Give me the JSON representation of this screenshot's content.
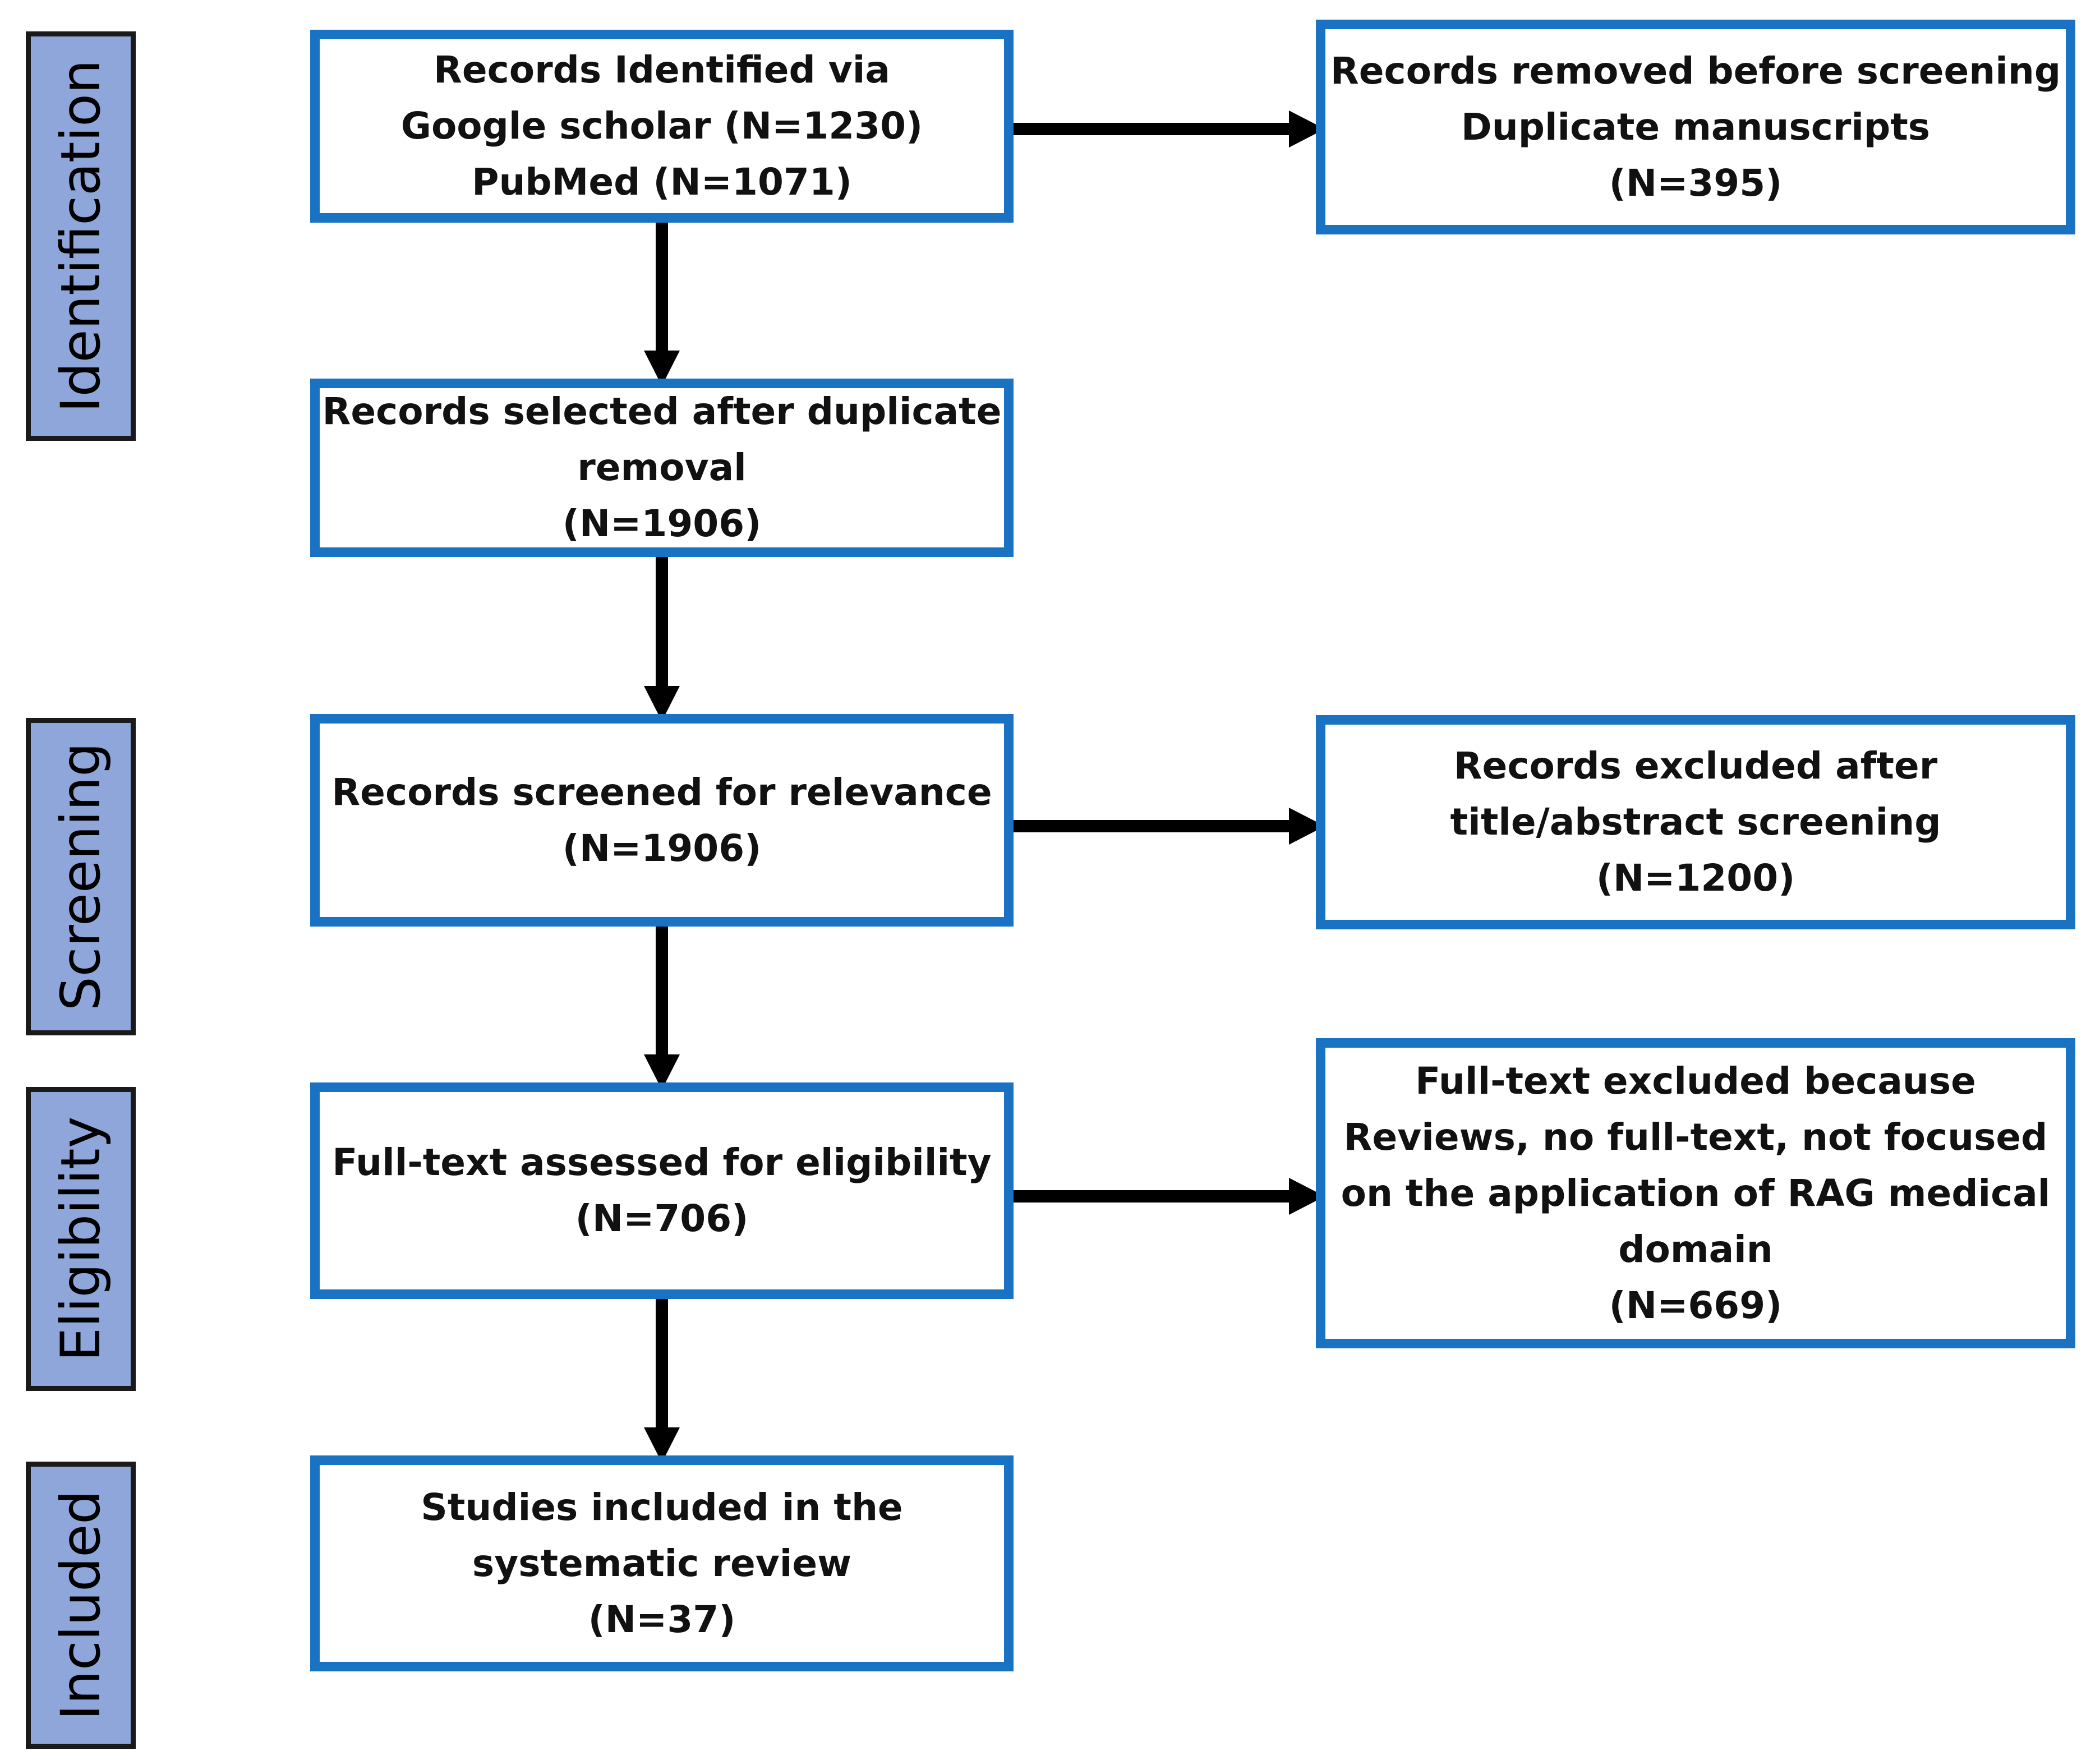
{
  "stages": {
    "identification": "Identification",
    "screening": "Screening",
    "eligibility": "Eligibility",
    "included": "Included"
  },
  "nodes": {
    "identified": {
      "lines": [
        "Records Identified via",
        "Google scholar (N=1230)",
        "PubMed (N=1071)"
      ]
    },
    "removed_before_screening": {
      "lines": [
        "Records removed before screening",
        "Duplicate manuscripts",
        "(N=395)"
      ]
    },
    "after_duplicate_removal": {
      "lines": [
        "Records selected after duplicate",
        "removal",
        "(N=1906)"
      ]
    },
    "screened": {
      "lines": [
        "Records screened for relevance",
        "(N=1906)"
      ]
    },
    "excluded_title_abstract": {
      "lines": [
        "Records excluded after",
        "title/abstract screening",
        "(N=1200)"
      ]
    },
    "fulltext_assessed": {
      "lines": [
        "Full-text assessed for eligibility",
        "(N=706)"
      ]
    },
    "fulltext_excluded": {
      "lines": [
        "Full-text excluded because",
        "Reviews, no full-text, not focused",
        "on the application of RAG medical",
        "domain",
        "(N=669)"
      ]
    },
    "included_studies": {
      "lines": [
        "Studies included in the",
        "systematic review",
        "(N=37)"
      ]
    }
  },
  "colors": {
    "box_border": "#1a73c2",
    "stage_fill": "#8ea6da",
    "arrow": "#000000"
  }
}
